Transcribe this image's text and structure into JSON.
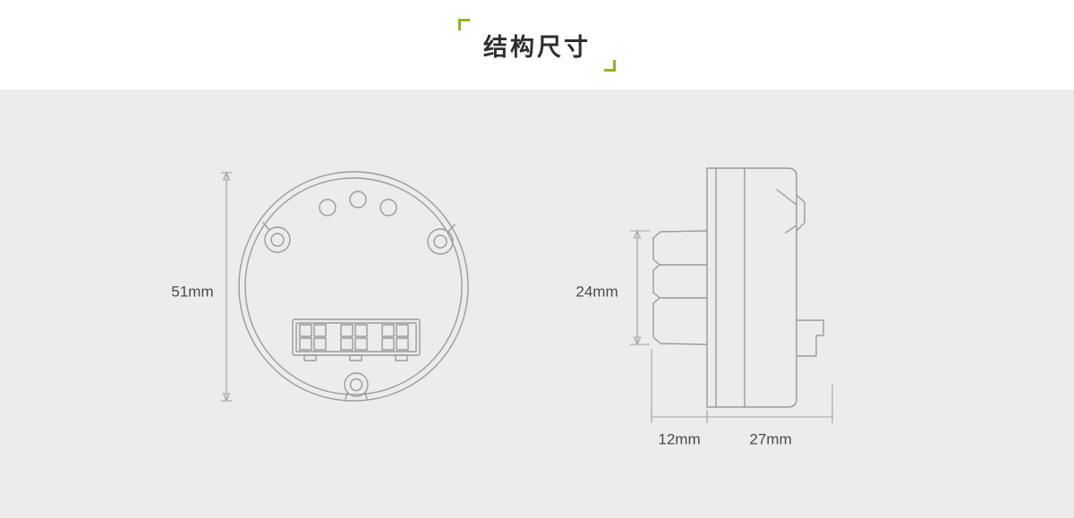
{
  "header": {
    "title": "结构尺寸"
  },
  "colors": {
    "accent": "#8CB821",
    "background": "#ececec",
    "drawing_line": "#9a9a9a",
    "dimension_line": "#a3a3a3",
    "label_text": "#4a4a4a"
  },
  "diagram": {
    "front_view": {
      "diameter_label": "51mm"
    },
    "side_view": {
      "probe_height_label": "24mm",
      "probe_depth_label": "12mm",
      "body_depth_label": "27mm"
    }
  }
}
